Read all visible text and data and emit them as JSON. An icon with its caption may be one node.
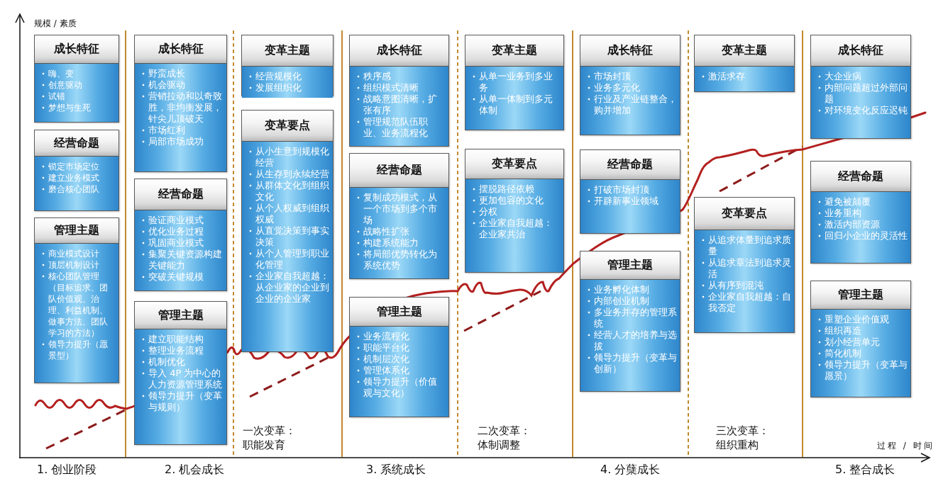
{
  "diagram": {
    "nodes": [
      {
        "text": [
          "成长特征",
          "嗨、变",
          "创意驱动",
          "试错",
          "梦想与生死"
        ]
      },
      {
        "text": [
          "经营命题",
          "锁定市场定位",
          "建立业务模式",
          "磨合核心团队"
        ]
      },
      {
        "text": [
          "管理主题",
          "商业模式设计",
          "顶层机制设计",
          "核心团队管理（目标追求、团队价值观、治理、利益机制、做事方法、团队学习的方法）",
          "领导力提升（愿景型）"
        ]
      },
      {
        "text": [
          "成长特征",
          "野蛮成长",
          "机会驱动",
          "营销拉动和以奇致胜，非均衡发展，针尖儿顶破天",
          "市场红利",
          "局部市场成功"
        ]
      },
      {
        "text": [
          "经营命题",
          "验证商业模式",
          "优化业务过程",
          "巩固商业模式",
          "集聚关键资源构建关键能力",
          "突破关键规模"
        ]
      },
      {
        "text": [
          "管理主题",
          "建立职能结构",
          "整理业务流程",
          "机制优化",
          "导入 4P 为中心的人力资源管理系统",
          "领导力提升（变革与规则）"
        ]
      },
      {
        "text": [
          "变革主题",
          "经营规模化",
          "发展组织化"
        ]
      },
      {
        "text": [
          "变革要点",
          "从小生意到规模化经营",
          "从生存到永续经营",
          "从群体文化到组织文化",
          "从个人权威到组织权威",
          "从直觉决策到事实决策",
          "从个人管理到职业化管理",
          "企业家自我超越：从企业家的企业到企业的企业家"
        ]
      },
      {
        "text": [
          "成长特征",
          "秩序感",
          "组织模式清晰",
          "战略意图清晰，扩张有序",
          "管理规范队伍职业、业务流程化"
        ]
      },
      {
        "text": [
          "经营命题",
          "复制成功模式，从一个市场到多个市场",
          "战略性扩张",
          "构建系统能力",
          "将局部优势转化为系统优势"
        ]
      },
      {
        "text": [
          "管理主题",
          "业务流程化",
          "职能平台化",
          "机制层次化",
          "管理体系化",
          "领导力提升（价值观与文化）"
        ]
      },
      {
        "text": [
          "变革主题",
          "从单一业务到多业务",
          "从单一体制到多元体制"
        ]
      },
      {
        "text": [
          "变革要点",
          "摆脱路径依赖",
          "更加包容的文化",
          "分权",
          "企业家自我超越：企业家共治"
        ]
      },
      {
        "text": [
          "成长特征",
          "市场封顶",
          "业务多元化",
          "行业及产业链整合，购并增加"
        ]
      },
      {
        "text": [
          "经营命题",
          "打破市场封顶",
          "开辟新事业领域"
        ]
      },
      {
        "text": [
          "管理主题",
          "业务孵化体制",
          "内部创业机制",
          "多业务并存的管理系统",
          "经营人才的培养与选拔",
          "领导力提升（变革与创新）"
        ]
      },
      {
        "text": [
          "变革主题",
          "激活求存"
        ]
      },
      {
        "text": [
          "变革要点",
          "从追求体量到追求质量",
          "从追求章法到追求灵活",
          "从有序到混沌",
          "企业家自我超越：自我否定"
        ]
      },
      {
        "text": [
          "成长特征",
          "大企业病",
          "内部问题超过外部问题",
          "对环境变化反应迟钝"
        ]
      },
      {
        "text": [
          "经营命题",
          "避免被颠覆",
          "业务重构",
          "激活内部资源",
          "回归小企业的灵活性"
        ]
      },
      {
        "text": [
          "管理主题",
          "重塑企业价值观",
          "组织再造",
          "划小经营单元",
          "简化机制",
          "领导力提升（变革与愿景）"
        ]
      }
    ],
    "labels": [
      "规模 / 素质",
      "一次变革：职能发育",
      "二次变革：体制调整",
      "三次变革：组织重构",
      "过程 / 时间",
      "1. 创业阶段",
      "2. 机会成长",
      "3. 系统成长",
      "4. 分蘖成长",
      "5. 整合成长"
    ]
  }
}
